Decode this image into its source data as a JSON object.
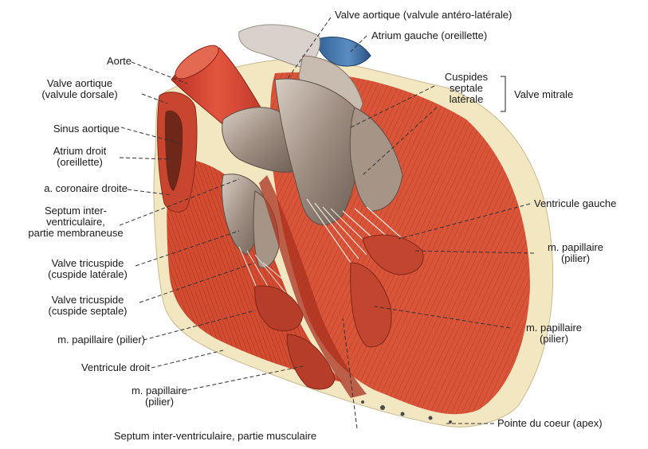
{
  "labels": {
    "valve_aortique_antero": "Valve aortique (valvule antéro-latérale)",
    "atrium_gauche": "Atrium gauche (oreillette)",
    "aorte": "Aorte",
    "valve_aortique_dorsale_1": "Valve aortique",
    "valve_aortique_dorsale_2": "(valvule dorsale)",
    "cuspides": "Cuspides",
    "septale": "septale",
    "laterale": "latérale",
    "valve_mitrale": "Valve mitrale",
    "sinus_aortique": "Sinus aortique",
    "atrium_droit_1": "Atrium droit",
    "atrium_droit_2": "(oreillette)",
    "coronaire_droite": "a. coronaire droite",
    "septum_membr_1": "Septum inter-",
    "septum_membr_2": "ventriculaire,",
    "septum_membr_3": "partie membraneuse",
    "ventricule_gauche": "Ventricule gauche",
    "papillaire_r1_1": "m. papillaire",
    "papillaire_r1_2": "(pilier)",
    "tricuspide_lat_1": "Valve tricuspide",
    "tricuspide_lat_2": "(cuspide latérale)",
    "tricuspide_sept_1": "Valve tricuspide",
    "tricuspide_sept_2": "(cuspide septale)",
    "papillaire_left": "m. papillaire (pilier)",
    "papillaire_r2_1": "m. papillaire",
    "papillaire_r2_2": "(pilier)",
    "ventricule_droit": "Ventricule droit",
    "papillaire_bottom_1": "m. papillaire",
    "papillaire_bottom_2": "(pilier)",
    "pointe": "Pointe du coeur (apex)",
    "septum_musc": "Septum inter-ventriculaire, partie musculaire"
  },
  "colors": {
    "muscle": "#d9553a",
    "muscle_dark": "#a8321f",
    "fat": "#f3e7c2",
    "aorta": "#d84030",
    "atrium_left": "#3f73a8",
    "valve": "#b8a89a",
    "valve_dark": "#7b6a5f"
  }
}
